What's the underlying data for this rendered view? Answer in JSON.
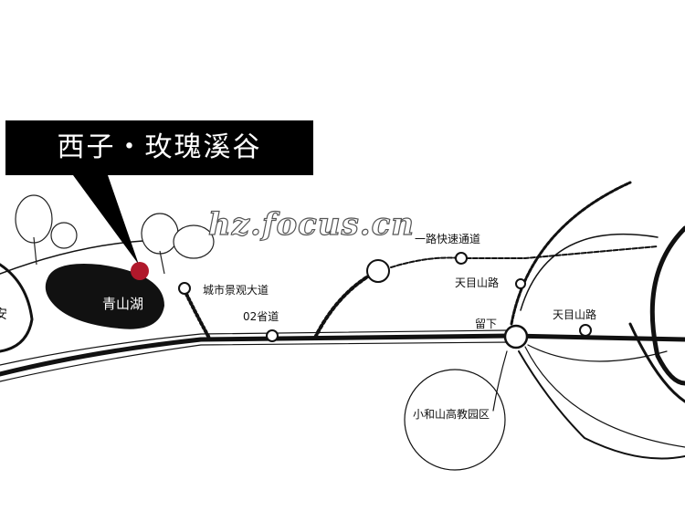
{
  "title": "西子・玫瑰溪谷",
  "watermark": "hz.focus.cn",
  "lake": "青山湖",
  "labels": {
    "left_edge": "安",
    "city_avenue": "城市景观大道",
    "provincial_road": "02省道",
    "expressway": "一路快速通道",
    "tianmushan_1": "天目山路",
    "liuxia": "留下",
    "tianmushan_2": "天目山路",
    "xiaoheshan": "小和山高教园区"
  },
  "colors": {
    "marker": "#b0182b",
    "title_bg": "#000000"
  }
}
